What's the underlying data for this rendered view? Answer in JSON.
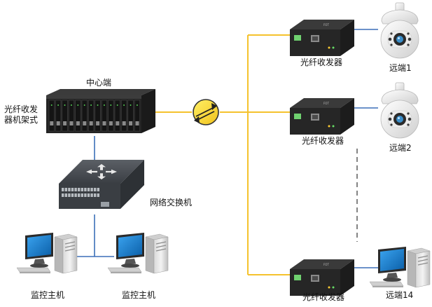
{
  "labels": {
    "center": "中心端",
    "rack": "光纤收发器机架式",
    "rack_line1": "光纤收发",
    "rack_line2": "器机架式",
    "switch": "网络交换机",
    "pc_left": "监控主机",
    "pc_right": "监控主机",
    "transceiver_1": "光纤收发器",
    "transceiver_2": "光纤收发器",
    "transceiver_3": "光纤收发器",
    "remote_1": "远端1",
    "remote_2": "远端2",
    "remote_14": "远端14"
  },
  "colors": {
    "fiber": "#f5c22d",
    "ethernet": "#3b6fb8",
    "device_dark": "#222222",
    "camera_body": "#f2f2f2",
    "monitor_screen": "#1f87d6"
  },
  "icons": {
    "rack": "rack-transceiver-icon",
    "switch": "network-switch-icon",
    "converter": "media-converter-icon",
    "camera": "dome-camera-icon",
    "pc": "desktop-pc-icon",
    "fiber_coupler": "fiber-coupler-icon"
  }
}
